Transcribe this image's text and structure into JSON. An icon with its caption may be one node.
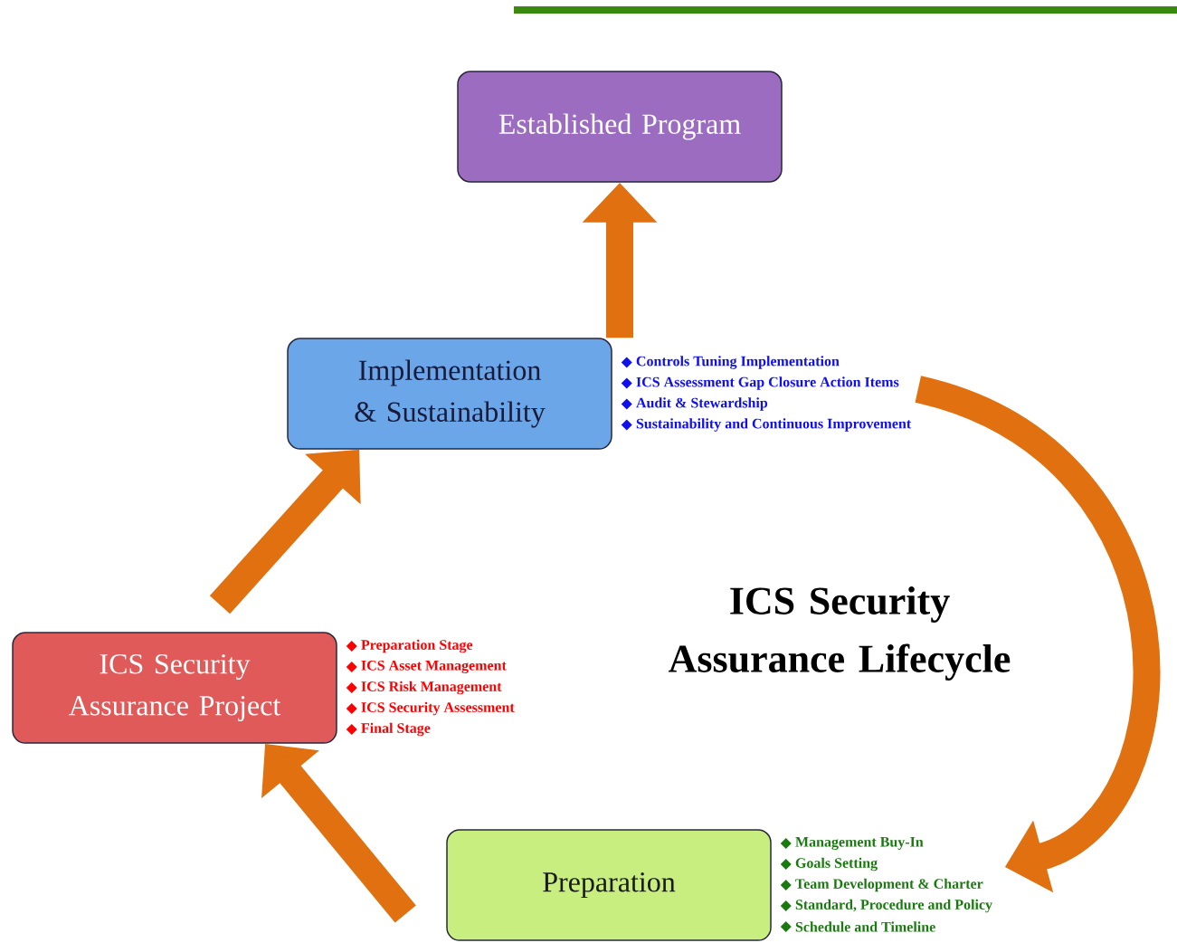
{
  "diagram": {
    "title": "ICS Security Assurance Lifecycle",
    "nodes": [
      {
        "text": [
          "Established Program"
        ]
      },
      {
        "text": [
          "Implementation & Sustainability"
        ],
        "beside": [
          "Controls Tuning Implementation",
          "ICS Assessment Gap Closure Action Items",
          "Audit & Stewardship",
          "Sustainability and Continuous Improvement"
        ]
      },
      {
        "text": [
          "ICS Security Assurance Project"
        ],
        "beside": [
          "Preparation Stage",
          "ICS Asset Management",
          "ICS Risk Management",
          "ICS Security Assessment",
          "Final Stage"
        ]
      },
      {
        "text": [
          "Preparation"
        ],
        "beside": [
          "Management Buy-In",
          "Goals Setting",
          "Team Development & Charter",
          "Standard, Procedure and Policy",
          "Schedule and Timeline"
        ]
      }
    ],
    "edges": [
      {
        "from": 1,
        "to": 0,
        "arrow": "to"
      },
      {
        "from": 2,
        "to": 1,
        "arrow": "to"
      },
      {
        "from": 3,
        "to": 2,
        "arrow": "to"
      },
      {
        "from": 1,
        "to": 3,
        "arrow": "to"
      }
    ]
  }
}
